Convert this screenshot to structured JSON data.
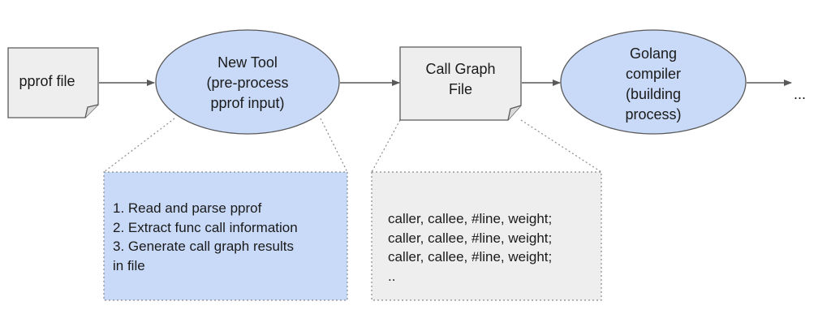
{
  "nodes": {
    "pprof_file": "pprof file",
    "new_tool": [
      "New Tool",
      "(pre-process",
      "pprof input)"
    ],
    "call_graph_file": [
      "Call Graph",
      "File"
    ],
    "golang_compiler": [
      "Golang",
      "compiler",
      "(building",
      "process)"
    ],
    "continuation": "..."
  },
  "details": {
    "new_tool_steps": [
      "1. Read and parse pprof",
      "2. Extract func call information",
      "3. Generate call graph results",
      "in file"
    ],
    "call_graph_format": [
      "caller, callee, #line, weight;",
      "caller, callee, #line, weight;",
      "caller, callee, #line, weight;",
      ".."
    ]
  },
  "colors": {
    "document_fill": "#eeeeee",
    "process_fill": "#c9daf8",
    "stroke": "#595959",
    "arrow": "#595959",
    "dotted": "#8a8a8a"
  }
}
